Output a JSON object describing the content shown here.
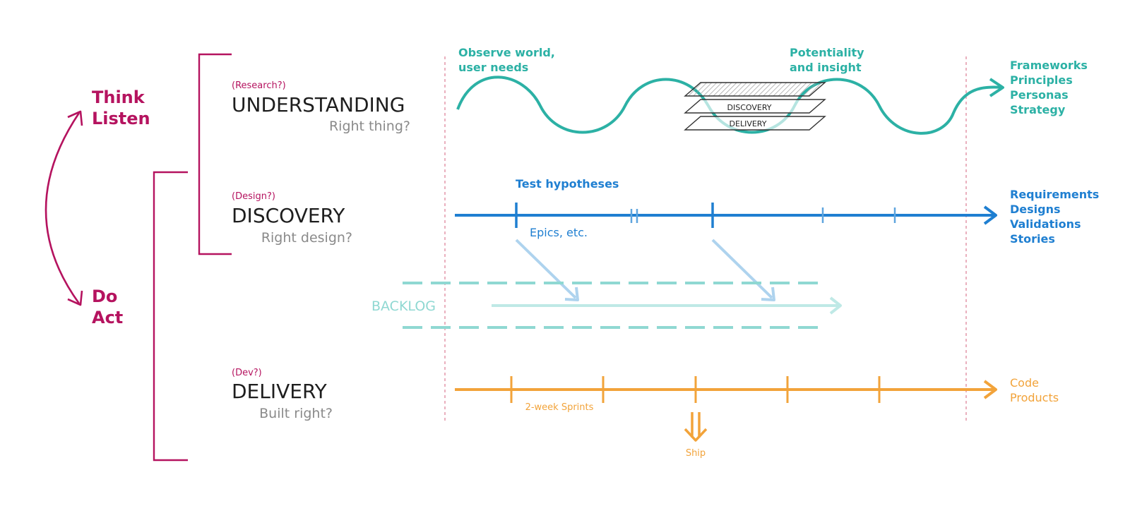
{
  "colors": {
    "magenta": "#b5135f",
    "teal": "#2cb1a5",
    "blue": "#1f7fd1",
    "light_blue": "#aed3ee",
    "backlog": "#8fd8d2",
    "orange": "#f2a33a",
    "gray": "#8a8a8a",
    "dark": "#1e1e1e",
    "divider": "#e8a7b7"
  },
  "cycle": {
    "top_1": "Think",
    "top_2": "Listen",
    "bottom_1": "Do",
    "bottom_2": "Act"
  },
  "phases": {
    "understanding": {
      "tag": "(Research?)",
      "title": "UNDERSTANDING",
      "question": "Right thing?"
    },
    "discovery": {
      "tag": "(Design?)",
      "title": "DISCOVERY",
      "question": "Right design?"
    },
    "delivery": {
      "tag": "(Dev?)",
      "title": "DELIVERY",
      "question": "Built right?"
    }
  },
  "understanding_track": {
    "note_left_1": "Observe world,",
    "note_left_2": "user needs",
    "note_right_1": "Potentiality",
    "note_right_2": "and insight",
    "stack_label_1": "DISCOVERY",
    "stack_label_2": "DELIVERY",
    "outputs": [
      "Frameworks",
      "Principles",
      "Personas",
      "Strategy"
    ]
  },
  "discovery_track": {
    "note_top": "Test hypotheses",
    "note_below": "Epics, etc.",
    "outputs": [
      "Requirements",
      "Designs",
      "Validations",
      "Stories"
    ]
  },
  "backlog": {
    "label": "BACKLOG"
  },
  "delivery_track": {
    "sprint_label": "2-week Sprints",
    "ship_label": "Ship",
    "outputs": [
      "Code",
      "Products"
    ]
  }
}
